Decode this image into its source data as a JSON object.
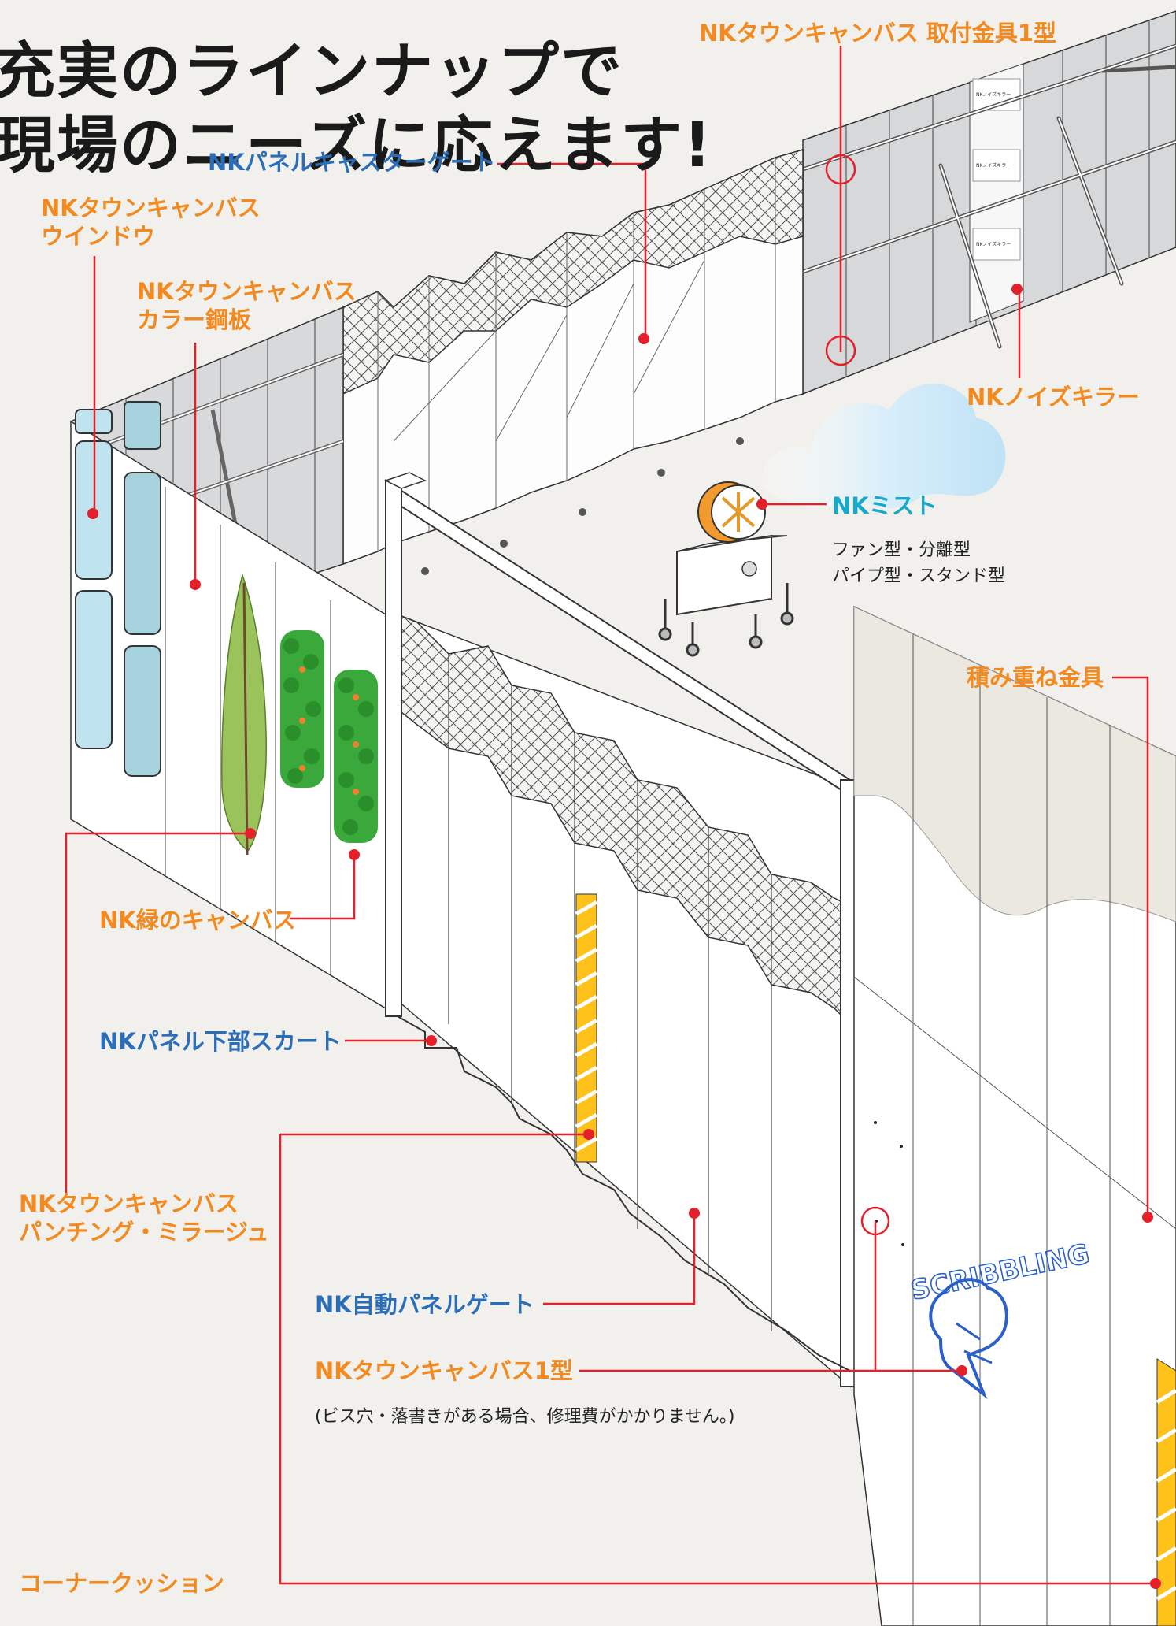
{
  "headline": {
    "line1": "充実のラインナップで",
    "line2": "現場のニーズに応えます!"
  },
  "labels": {
    "mounting_bracket": "NKタウンキャンバス 取付金具1型",
    "caster_gate": "NKパネルキャスターゲート",
    "window": "NKタウンキャンバス\nウインドウ",
    "color_steel": "NKタウンキャンバス\nカラー鋼板",
    "noise_killer": "NKノイズキラー",
    "mist_title": "NKミスト",
    "mist_types": "ファン型・分離型\nパイプ型・スタンド型",
    "stacking_bracket": "積み重ね金具",
    "green_canvas": "NK緑のキャンバス",
    "lower_skirt": "NKパネル下部スカート",
    "punching_mirage": "NKタウンキャンバス\nパンチング・ミラージュ",
    "auto_gate": "NK自動パネルゲート",
    "type1": "NKタウンキャンバス1型",
    "type1_note": "(ビス穴・落書きがある場合、修理費がかかりません。)",
    "corner_cushion": "コーナークッション"
  },
  "graffiti_text": "SCRIBBLING",
  "panel_sticker": "NKノイズキラー",
  "colors": {
    "orange": "#f28a1f",
    "blue": "#2b6db6",
    "cyan": "#17a8cc",
    "leader_red": "#e4202a",
    "background": "#f1f0ec"
  }
}
